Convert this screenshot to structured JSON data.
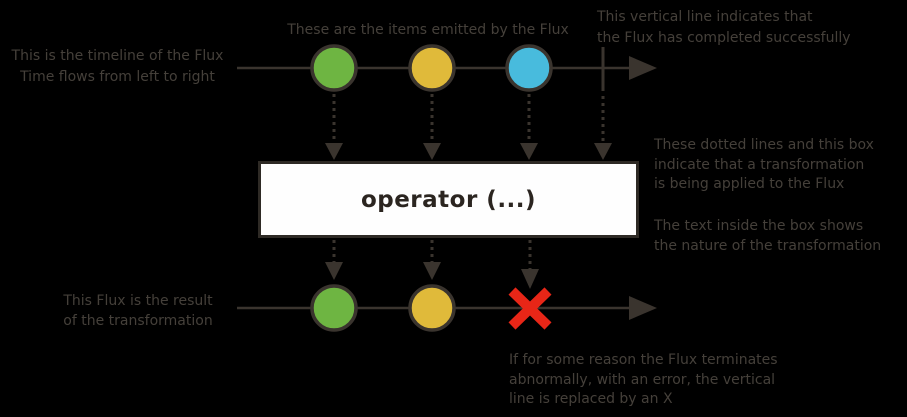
{
  "colors": {
    "background": "#000000",
    "text": "#45403a",
    "line": "#3a342e",
    "box_bg": "#fefefe",
    "box_border": "#2e2a25",
    "box_text": "#2b2520",
    "marble_green": "#6eb542",
    "marble_yellow": "#e0ba3a",
    "marble_blue": "#48bbdd",
    "error_red": "#e82617"
  },
  "notes": {
    "timeline": "This is the timeline of the Flux\nTime flows from left to right",
    "items": "These are the items emitted by the Flux",
    "completion": "This vertical line indicates that\nthe Flux has completed successfully",
    "transformation": "These dotted lines and this box\nindicate that a transformation\nis being applied to the Flux",
    "box_label_meaning": "The text inside the box shows\nthe nature of the transformation",
    "result": "This Flux is the result\nof the transformation",
    "error": "If for some reason the Flux terminates\nabnormally, with an error, the vertical\nline is replaced by an X"
  },
  "operator_box": {
    "label": "operator (...)"
  },
  "diagram": {
    "source_flux_marbles": [
      "green",
      "yellow",
      "blue"
    ],
    "source_flux_terminal": "complete",
    "result_flux_marbles": [
      "green",
      "yellow"
    ],
    "result_flux_terminal": "error"
  }
}
